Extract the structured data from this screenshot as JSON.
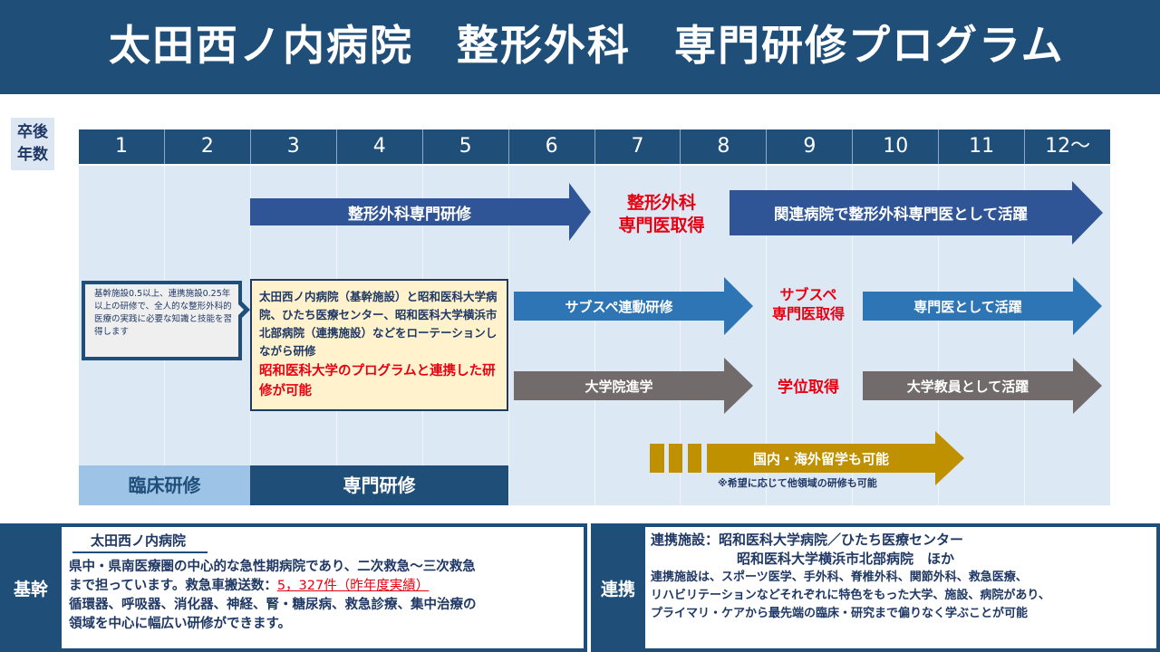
{
  "title": "太田西ノ内病院　整形外科　専門研修プログラム",
  "year_label": {
    "line1": "卒後",
    "line2": "年数"
  },
  "years": [
    "1",
    "2",
    "3",
    "4",
    "5",
    "6",
    "7",
    "8",
    "9",
    "10",
    "11",
    "12〜"
  ],
  "colors": {
    "navy": "#1f4e79",
    "arrow_dark_blue": "#2f5597",
    "arrow_mid_blue": "#2e75b6",
    "arrow_gray": "#716c6b",
    "arrow_gold": "#bf9000",
    "milestone_red": "#e60012",
    "grid_bg": "#dde8f5",
    "callout_yellow": "#fff2cc"
  },
  "arrows": {
    "specialist_training": "整形外科専門研修",
    "active_related": "関連病院で整形外科専門医として活躍",
    "subspe_training": "サブスペ連動研修",
    "active_specialist": "専門医として活躍",
    "graduate_school": "大学院進学",
    "active_faculty": "大学教員として活躍",
    "study_abroad": "国内・海外留学も可能"
  },
  "milestones": {
    "ortho_line1": "整形外科",
    "ortho_line2": "専門医取得",
    "subspe_line1": "サブスペ",
    "subspe_line2": "専門医取得",
    "degree": "学位取得"
  },
  "callouts": {
    "gray": "基幹施設0.5以上、連携施設0.25年以上の研修で、全人的な整形外科的医療の実践に必要な知識と技能を習得します",
    "yellow_normal": "太田西ノ内病院（基幹施設）と昭和医科大学病院、ひたち医療センター、昭和医科大学横浜市北部病院（連携施設）などをローテーションしながら研修",
    "yellow_red": "昭和医科大学のプログラムと連携した研修が可能"
  },
  "phases": {
    "clinical": "臨床研修",
    "specialist": "専門研修"
  },
  "note": "※希望に応じて他領域の研修も可能",
  "kikan": {
    "tag": "基幹",
    "name": "太田西ノ内病院",
    "line1": "県中・県南医療圏の中心的な急性期病院であり、二次救急〜三次救急",
    "line2_prefix": "まで担っています。救急車搬送数：",
    "line2_red": "5，327件（昨年度実績）",
    "line3": "循環器、呼吸器、消化器、神経、腎・糖尿病、救急診療、集中治療の",
    "line4": "領域を中心に幅広い研修ができます。"
  },
  "renkei": {
    "tag": "連携",
    "line1": "連携施設：昭和医科大学病院／ひたち医療センター",
    "line2": "昭和医科大学横浜市北部病院　ほか",
    "desc1": "連携施設は、スポーツ医学、手外科、脊椎外科、関節外科、救急医療、",
    "desc2": "リハビリテーションなどそれぞれに特色をもった大学、施設、病院があり、",
    "desc3": "プライマリ・ケアから最先端の臨床・研究まで偏りなく学ぶことが可能"
  }
}
